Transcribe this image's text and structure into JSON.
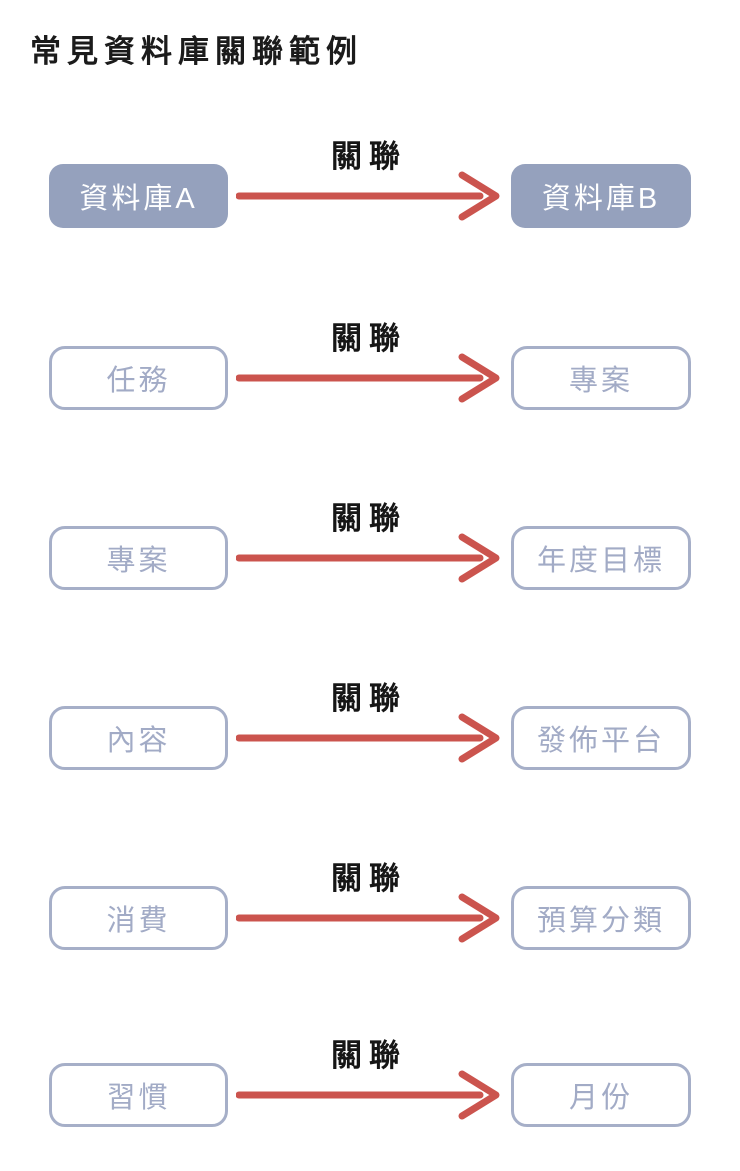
{
  "title": "常見資料庫關聯範例",
  "colors": {
    "filled_node_bg": "#95a1bd",
    "filled_node_text": "#ffffff",
    "outline_node_border": "#a6afc8",
    "outline_node_text": "#a2abc6",
    "arrow": "#cb544e",
    "title_text": "#1b1b1b"
  },
  "rows": [
    {
      "left": "資料庫A",
      "label": "關聯",
      "right": "資料庫B",
      "style": "filled"
    },
    {
      "left": "任務",
      "label": "關聯",
      "right": "專案",
      "style": "outline"
    },
    {
      "left": "專案",
      "label": "關聯",
      "right": "年度目標",
      "style": "outline"
    },
    {
      "left": "內容",
      "label": "關聯",
      "right": "發佈平台",
      "style": "outline"
    },
    {
      "left": "消費",
      "label": "關聯",
      "right": "預算分類",
      "style": "outline"
    },
    {
      "left": "習慣",
      "label": "關聯",
      "right": "月份",
      "style": "outline"
    }
  ]
}
